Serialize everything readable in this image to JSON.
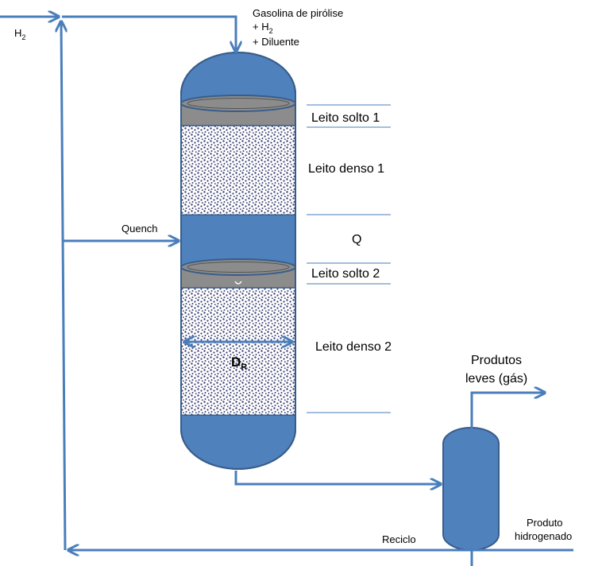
{
  "labels": {
    "h2_prefix": "H",
    "h2_sub": "2",
    "feed_line1": "Gasolina de pirólise",
    "feed_line2_prefix": "+ H",
    "feed_line2_sub": "2",
    "feed_line3": "+ Diluente",
    "quench": "Quench",
    "leito_solto_1": "Leito solto 1",
    "leito_denso_1": "Leito denso 1",
    "q": "Q",
    "leito_solto_2": "Leito solto 2",
    "leito_denso_2": "Leito denso 2",
    "diameter_main": "D",
    "diameter_sub": "R",
    "produtos_line1": "Produtos",
    "produtos_line2": "leves (gás)",
    "produto_line1": "Produto",
    "produto_line2": "hidrogenado",
    "reciclo": "Reciclo"
  },
  "colors": {
    "vessel_fill": "#4f81bd",
    "vessel_stroke": "#385d8a",
    "loose_bed": "#8c8c8c",
    "dense_dot": "#3a3f73",
    "line": "#4a7ebb"
  }
}
